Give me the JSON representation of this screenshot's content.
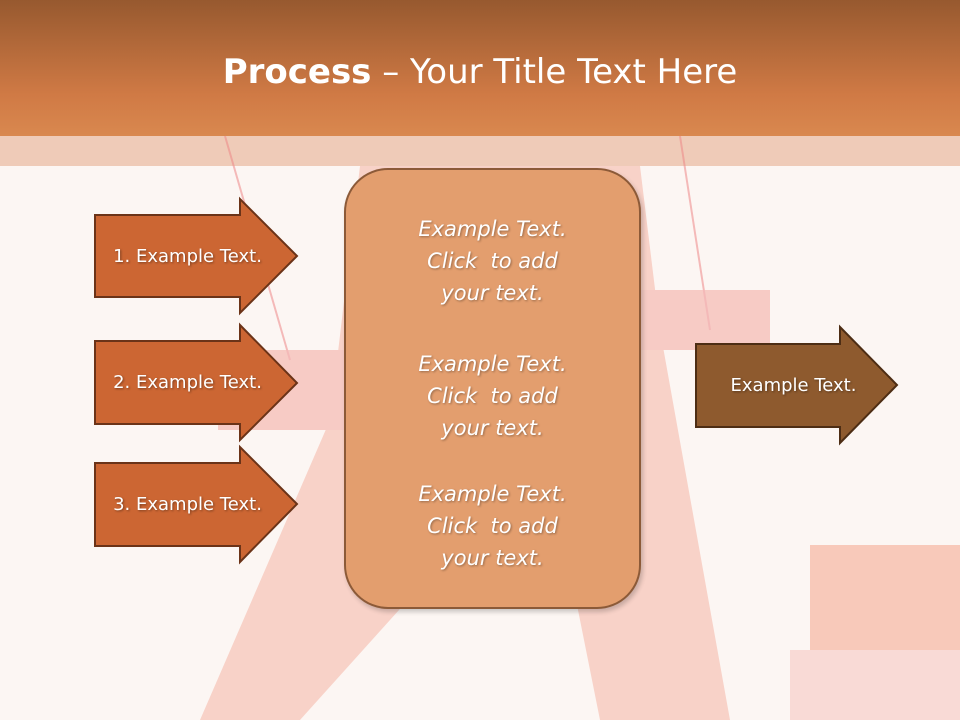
{
  "title": {
    "bold": "Process",
    "rest": " – Your Title Text Here"
  },
  "left_steps": [
    "1. Example Text.",
    "2. Example Text.",
    "3. Example Text."
  ],
  "center_blocks": [
    {
      "l1": "Example Text.",
      "l2": "Click  to add",
      "l3": "your text."
    },
    {
      "l1": "Example Text.",
      "l2": "Click  to add",
      "l3": "your text."
    },
    {
      "l1": "Example Text.",
      "l2": "Click  to add",
      "l3": "your text."
    }
  ],
  "output": "Example Text.",
  "colors": {
    "step": "#cc6633",
    "output": "#8e5a2e",
    "center": "#e39e6e",
    "border": "#6b3318"
  }
}
